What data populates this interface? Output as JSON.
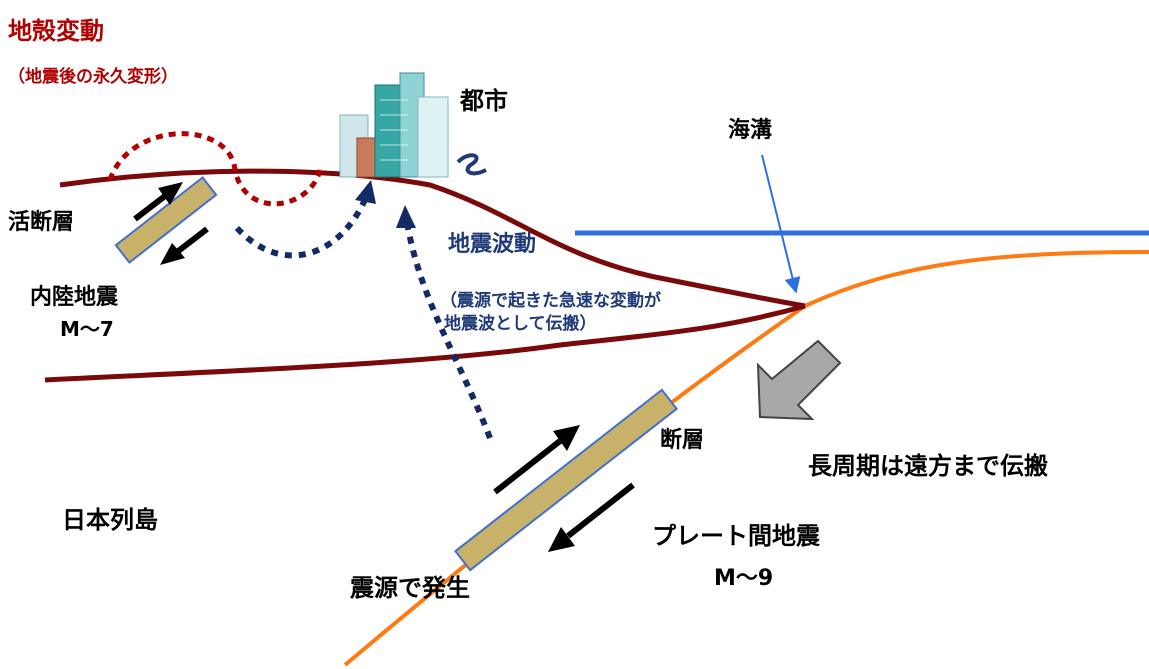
{
  "title": "地殻変動",
  "subtitle": "（地震後の永久変形）",
  "labels": {
    "city": "都市",
    "trench": "海溝",
    "active_fault": "活断層",
    "inland_eq": "内陸地震",
    "inland_mag": "M〜7",
    "seismic_wave": "地震波動",
    "wave_note_1": "（震源で起きた急速な変動が",
    "wave_note_2": "地震波として伝搬）",
    "fault": "断層",
    "long_period": "長周期は遠方まで伝搬",
    "japan_islands": "日本列島",
    "interplate_eq": "プレート間地震",
    "interplate_mag": "M〜9",
    "hypocenter": "震源で発生"
  },
  "colors": {
    "title_red": "#b00000",
    "crust_line": "#7a0a0a",
    "sea_surface": "#2f6fe0",
    "plate_boundary": "#ff7a12",
    "wave_dots": "#132a66",
    "fault_fill": "#c8b26a",
    "fault_edge": "#3f6fcf",
    "arrow_gray": "#a8a8a8"
  },
  "icons": [
    "city-buildings-icon",
    "ground-shaking-icon",
    "slip-arrow-icon",
    "propagation-arrow-icon"
  ]
}
